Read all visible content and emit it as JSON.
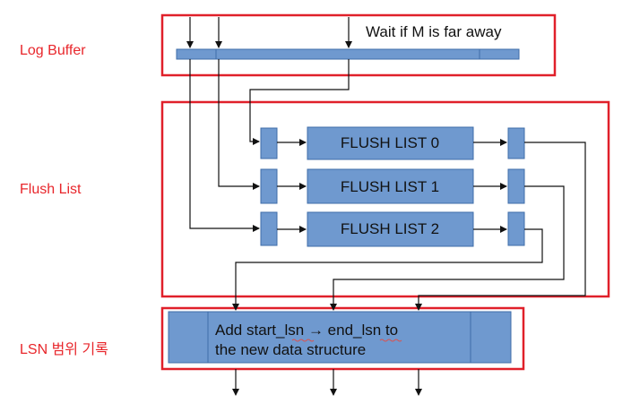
{
  "sections": {
    "log_buffer": "Log Buffer",
    "flush_list": "Flush List",
    "lsn_record": "LSN 범위 기록"
  },
  "log_buffer": {
    "note": "Wait if M is far away"
  },
  "flush_lists": [
    "FLUSH LIST 0",
    "FLUSH LIST 1",
    "FLUSH LIST 2"
  ],
  "lsn": {
    "line1": "Add start_lsn → end_lsn to",
    "line2": "the new data structure"
  },
  "colors": {
    "red": "#e0202a",
    "blue": "#6f99cf",
    "blue_border": "#3f6da8"
  }
}
